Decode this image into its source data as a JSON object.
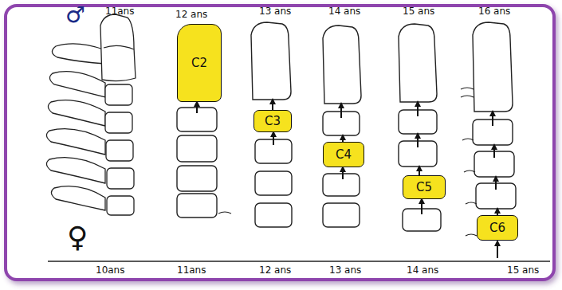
{
  "diagram": {
    "nodes": [
      {
        "text": [
          "C2"
        ]
      },
      {
        "text": [
          "C3"
        ]
      },
      {
        "text": [
          "C4"
        ]
      },
      {
        "text": [
          "C5"
        ]
      },
      {
        "text": [
          "C6"
        ]
      }
    ],
    "labels": [
      "♂",
      "11ans",
      "12 ans",
      "13 ans",
      "14 ans",
      "15 ans",
      "16 ans",
      "♀",
      "10ans",
      "11ans",
      "12 ans",
      "13 ans",
      "14 ans",
      "15 ans"
    ]
  }
}
